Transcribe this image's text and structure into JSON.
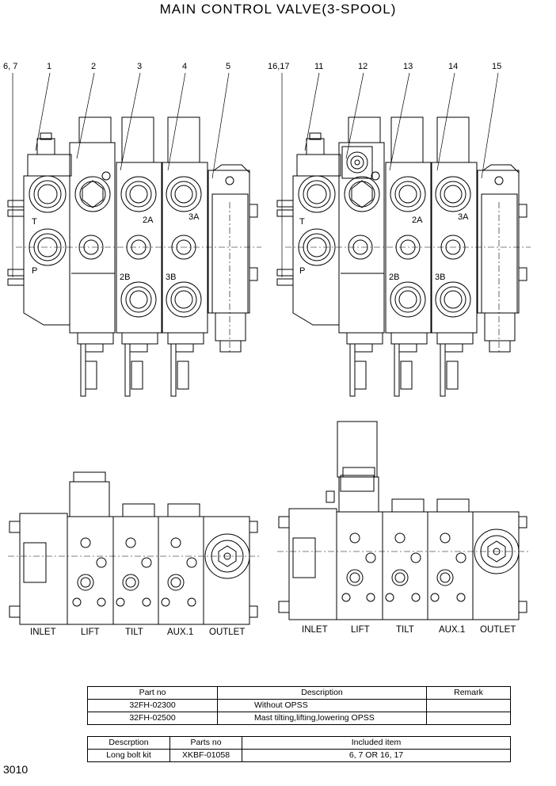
{
  "title": "MAIN CONTROL VALVE(3-SPOOL)",
  "callouts_left": [
    "6, 7",
    "1",
    "2",
    "3",
    "4",
    "5"
  ],
  "callouts_right": [
    "16,17",
    "11",
    "12",
    "13",
    "14",
    "15"
  ],
  "port_labels": {
    "t": "T",
    "p": "P",
    "a2": "2A",
    "a3": "3A",
    "b2": "2B",
    "b3": "3B"
  },
  "section_labels": [
    "INLET",
    "LIFT",
    "TILT",
    "AUX.1",
    "OUTLET"
  ],
  "parts_table": {
    "headers": [
      "Part no",
      "Description",
      "Remark"
    ],
    "rows": [
      {
        "part_no": "32FH-02300",
        "description": "Without OPSS",
        "remark": ""
      },
      {
        "part_no": "32FH-02500",
        "description": "Mast tilting,lifting,lowering OPSS",
        "remark": ""
      }
    ]
  },
  "kit_table": {
    "headers": [
      "Descrption",
      "Parts no",
      "Included item"
    ],
    "rows": [
      {
        "description": "Long bolt kit",
        "parts_no": "XKBF-01058",
        "included": "6, 7 OR 16, 17"
      }
    ]
  },
  "page_number": "3010"
}
